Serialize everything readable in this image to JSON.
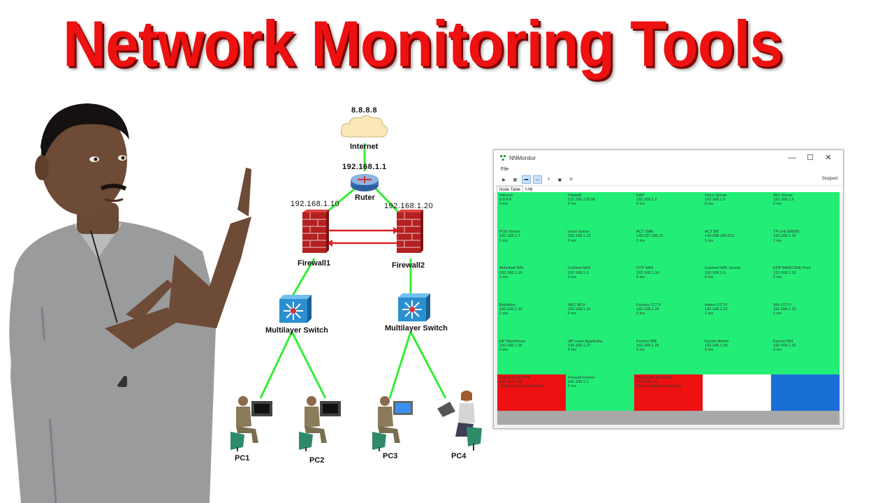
{
  "headline": "Network Monitoring Tools",
  "diagram": {
    "internet_ip": "8.8.8.8",
    "internet_label": "Internet",
    "router_ip": "192.168.1.1",
    "router_label": "Ruter",
    "fw1_ip": "192.168.1.10",
    "fw2_ip": "192.168.1.20",
    "fw1_label": "Firewall1",
    "fw2_label": "Firewall2",
    "sw1_label": "Multilayer Switch",
    "sw2_label": "Multilayer Switch",
    "pcs": [
      "PC1",
      "PC2",
      "PC3",
      "PC4"
    ]
  },
  "monitor": {
    "window_title": "NNMonitor",
    "menu_file": "File",
    "status": "Stopped",
    "tabs": [
      "Node Table",
      "Log"
    ],
    "colors": {
      "up": "#22ee77",
      "down": "#ee1111",
      "blank": "#ffffff",
      "blue": "#1a6fd6"
    },
    "nodes": [
      {
        "name": "Internet",
        "ip": "8.8.8.8",
        "info": "4 ms",
        "state": "up"
      },
      {
        "name": "Firewall",
        "ip": "122.156.178.98",
        "info": "9 ms",
        "state": "up"
      },
      {
        "name": "SAP",
        "ip": "192.168.1.2",
        "info": "0 ms",
        "state": "up"
      },
      {
        "name": "Voice Server",
        "ip": "192.168.1.5",
        "info": "0 ms",
        "state": "up"
      },
      {
        "name": "MIS Server",
        "ip": "192.168.1.6",
        "info": "0 ms",
        "state": "up"
      },
      {
        "name": "POS Server",
        "ip": "192.168.1.7",
        "info": "0 ms",
        "state": "up"
      },
      {
        "name": "Linux Server",
        "ip": "192.168.1.12",
        "info": "0 ms",
        "state": "up"
      },
      {
        "name": "ACT SME",
        "ip": "149.237.186.11",
        "info": "2 ms",
        "state": "up"
      },
      {
        "name": "ACT BB",
        "ip": "149.208.184.213",
        "info": "1 ms",
        "state": "up"
      },
      {
        "name": "TP Link ER605",
        "ip": "192.168.1.10",
        "info": "1 ms",
        "state": "up"
      },
      {
        "name": "Abhishek Wifi",
        "ip": "192.168.1.16",
        "info": "1 ms",
        "state": "up"
      },
      {
        "name": "Content NAS",
        "ip": "192.168.1.3",
        "info": "0 ms",
        "state": "up"
      },
      {
        "name": "DTP NAS",
        "ip": "192.168.1.19",
        "info": "0 ms",
        "state": "up"
      },
      {
        "name": "Content NAS Synolo",
        "ip": "192.168.1.9",
        "info": "0 ms",
        "state": "up"
      },
      {
        "name": "EDP BARCODE Print",
        "ip": "192.168.1.13",
        "info": "0 ms",
        "state": "up"
      },
      {
        "name": "BioMetric",
        "ip": "192.168.1.14",
        "info": "1 ms",
        "state": "up"
      },
      {
        "name": "NEC BOX",
        "ip": "192.168.1.20",
        "info": "0 ms",
        "state": "up"
      },
      {
        "name": "Factory CCTV",
        "ip": "192.168.1.24",
        "info": "0 ms",
        "state": "up"
      },
      {
        "name": "Admin CCTV",
        "ip": "192.168.1.22",
        "info": "1 ms",
        "state": "up"
      },
      {
        "name": "WH CCTV",
        "ip": "192.168.1.23",
        "info": "0 ms",
        "state": "up"
      },
      {
        "name": "HP Warehouse",
        "ip": "192.168.1.25",
        "info": "0 ms",
        "state": "up"
      },
      {
        "name": "HP Laser Agarbathy",
        "ip": "192.168.1.27",
        "info": "0 ms",
        "state": "up"
      },
      {
        "name": "Factory Wifi",
        "ip": "192.168.1.26",
        "info": "0 ms",
        "state": "up"
      },
      {
        "name": "Kyocer Admin",
        "ip": "192.168.1.30",
        "info": "0 ms",
        "state": "up"
      },
      {
        "name": "Kyocer WH",
        "ip": "192.168.1.31",
        "info": "0 ms",
        "state": "up"
      },
      {
        "name": "Canon Color DTP",
        "ip": "192.168.1.36",
        "info": "Down Request Timed Out",
        "state": "down"
      },
      {
        "name": "Firewall Fortnet",
        "ip": "192.168.1.1",
        "info": "0 ms",
        "state": "up"
      },
      {
        "name": "NEW SAP SERVER",
        "ip": "192.168.1.4",
        "info": "Down Request Timed Out",
        "state": "down"
      },
      {
        "name": "",
        "ip": "",
        "info": "",
        "state": "blank"
      },
      {
        "name": "",
        "ip": "",
        "info": "",
        "state": "blue"
      }
    ]
  }
}
